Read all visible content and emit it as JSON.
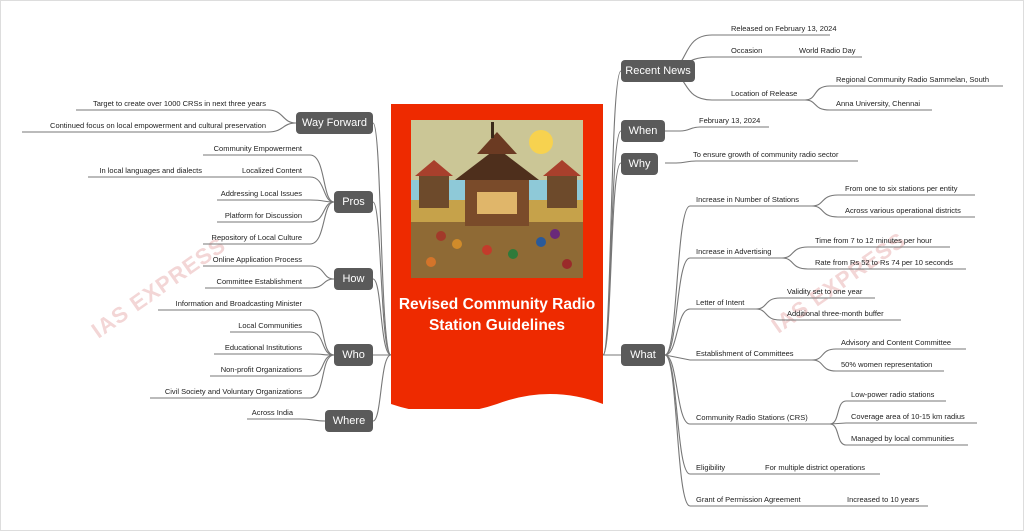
{
  "center": {
    "title": "Revised Community Radio Station Guidelines",
    "color": "#ee2a00"
  },
  "watermark": "IAS EXPRESS",
  "branches": {
    "recent_news": "Recent News",
    "when": "When",
    "why": "Why",
    "what": "What",
    "way_forward": "Way Forward",
    "pros": "Pros",
    "how": "How",
    "who": "Who",
    "where": "Where"
  },
  "recent_news": {
    "released": "Released on February 13, 2024",
    "occasion": "Occasion",
    "occasion_value": "World Radio Day",
    "location": "Location of Release",
    "location_values": [
      "Regional Community Radio Sammelan, South",
      "Anna University, Chennai"
    ]
  },
  "when": {
    "value": "February 13, 2024"
  },
  "why": {
    "value": "To ensure growth of community radio sector"
  },
  "what": {
    "items": [
      {
        "label": "Increase in Number of Stations",
        "children": [
          "From one to six stations per entity",
          "Across various operational districts"
        ]
      },
      {
        "label": "Increase in Advertising",
        "children": [
          "Time from 7 to 12 minutes per hour",
          "Rate from Rs 52 to Rs 74 per 10 seconds"
        ]
      },
      {
        "label": "Letter of Intent",
        "children": [
          "Validity set to one year",
          "Additional three-month buffer"
        ]
      },
      {
        "label": "Establishment of Committees",
        "children": [
          "Advisory and Content Committee",
          "50% women representation"
        ]
      },
      {
        "label": "Community Radio Stations (CRS)",
        "children": [
          "Low-power radio stations",
          "Coverage area of 10-15 km radius",
          "Managed by local communities"
        ]
      },
      {
        "label": "Eligibility",
        "children": [
          "For multiple district operations"
        ]
      },
      {
        "label": "Grant of Permission Agreement",
        "children": [
          "Increased to 10 years"
        ]
      }
    ]
  },
  "way_forward": {
    "items": [
      "Target to create over 1000 CRSs in next three years",
      "Continued focus on local empowerment and cultural preservation"
    ]
  },
  "pros": {
    "items": [
      "Community Empowerment",
      "Localized Content",
      "Addressing Local Issues",
      "Platform for Discussion",
      "Repository of Local Culture"
    ],
    "localized_child": "In local languages and dialects"
  },
  "how": {
    "items": [
      "Online Application Process",
      "Committee Establishment"
    ]
  },
  "who": {
    "items": [
      "Information and Broadcasting Minister",
      "Local Communities",
      "Educational Institutions",
      "Non-profit Organizations",
      "Civil Society and Voluntary Organizations"
    ]
  },
  "where": {
    "items": [
      "Across India"
    ]
  }
}
